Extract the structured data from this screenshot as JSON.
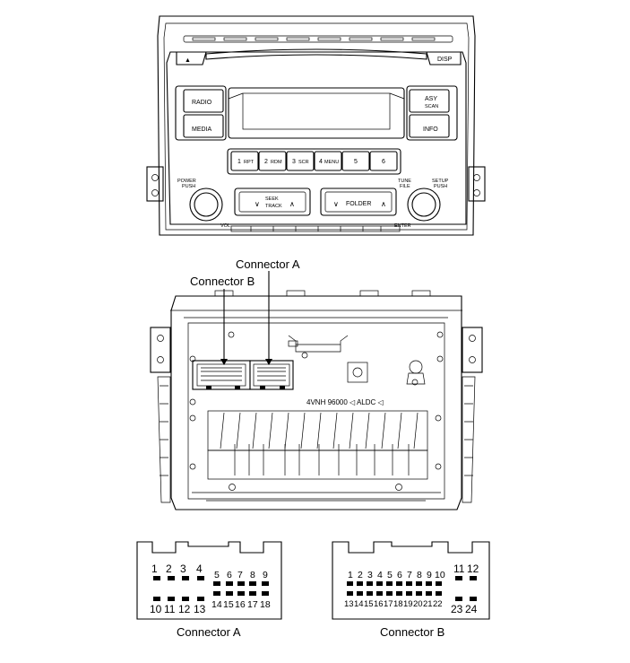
{
  "front_panel": {
    "eject_symbol": "▲",
    "disp": "DISP",
    "radio": "RADIO",
    "media": "MEDIA",
    "asy": "ASY",
    "scan": "SCAN",
    "info": "INFO",
    "presets": [
      {
        "num": "1",
        "label": "RPT"
      },
      {
        "num": "2",
        "label": "RDM"
      },
      {
        "num": "3",
        "label": "SCR"
      },
      {
        "num": "4",
        "label": "MENU"
      },
      {
        "num": "5",
        "label": ""
      },
      {
        "num": "6",
        "label": ""
      }
    ],
    "power": "POWER",
    "push_left": "PUSH",
    "vol": "VOL",
    "seek": "SEEK",
    "track": "TRACK",
    "folder": "FOLDER",
    "tune": "TUNE",
    "file": "FILE",
    "setup": "SETUP",
    "push_right": "PUSH",
    "enter": "ENTER"
  },
  "rear_panel": {
    "label_connector_a": "Connector A",
    "label_connector_b": "Connector B",
    "chassis_text": "4VNH 96000  ◁ ALDC ◁"
  },
  "connector_a": {
    "caption": "Connector A",
    "top_row_left": [
      "1",
      "2",
      "3",
      "4"
    ],
    "top_row_right": [
      "5",
      "6",
      "7",
      "8",
      "9"
    ],
    "bottom_row_left": [
      "10",
      "11",
      "12",
      "13"
    ],
    "bottom_row_right": [
      "14",
      "15",
      "16",
      "17",
      "18"
    ]
  },
  "connector_b": {
    "caption": "Connector B",
    "top_row_main": [
      "1",
      "2",
      "3",
      "4",
      "5",
      "6",
      "7",
      "8",
      "9",
      "10"
    ],
    "top_row_right": [
      "11",
      "12"
    ],
    "bottom_row_main": [
      "13",
      "14",
      "15",
      "16",
      "17",
      "18",
      "19",
      "20",
      "21",
      "22"
    ],
    "bottom_row_right": [
      "23",
      "24"
    ]
  }
}
